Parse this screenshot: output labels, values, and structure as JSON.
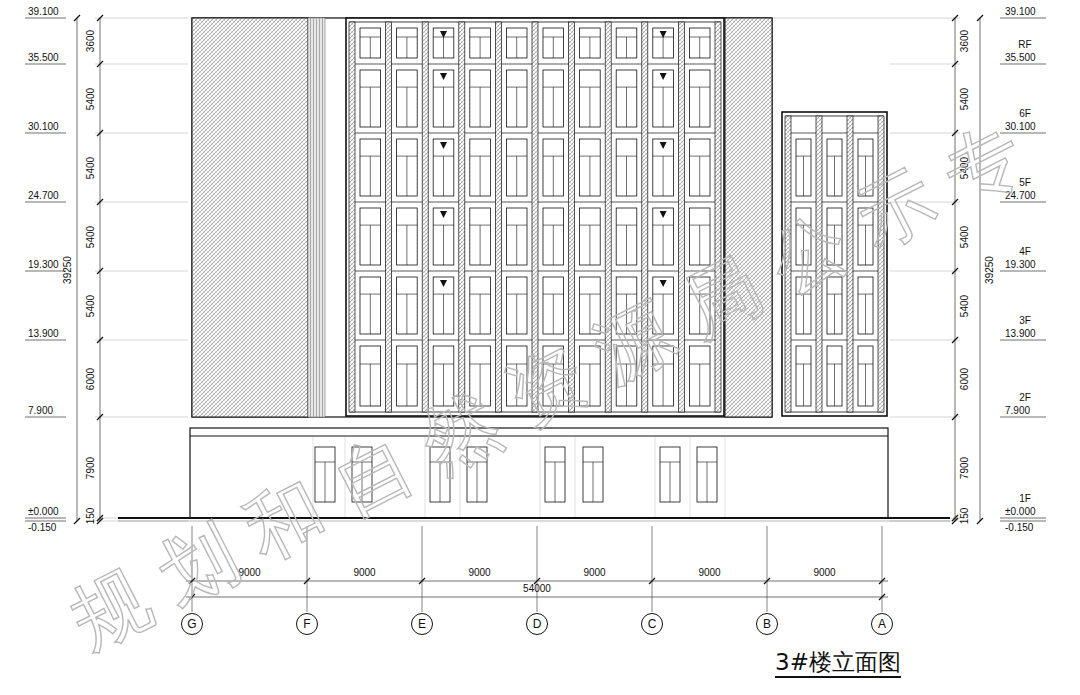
{
  "diagram": {
    "title": "3#楼立面图",
    "nodes": [
      {
        "text": [
          "G"
        ]
      },
      {
        "text": [
          "F"
        ]
      },
      {
        "text": [
          "E"
        ]
      },
      {
        "text": [
          "D"
        ]
      },
      {
        "text": [
          "C"
        ]
      },
      {
        "text": [
          "B"
        ]
      },
      {
        "text": [
          "A"
        ]
      }
    ],
    "labels": [
      "39.100",
      "35.500",
      "30.100",
      "24.700",
      "19.300",
      "13.900",
      "7.900",
      "±0.000",
      "-0.150",
      "3600",
      "5400",
      "5400",
      "5400",
      "5400",
      "6000",
      "7900",
      "150",
      "39250",
      "39.100",
      "35.500",
      "30.100",
      "24.700",
      "19.300",
      "13.900",
      "7.900",
      "±0.000",
      "-0.150",
      "RF",
      "6F",
      "5F",
      "4F",
      "3F",
      "2F",
      "1F",
      "3600",
      "5400",
      "5400",
      "5400",
      "5400",
      "6000",
      "7900",
      "150",
      "39250",
      "9000",
      "9000",
      "9000",
      "9000",
      "9000",
      "9000",
      "54000",
      "规划和自然资源局公示专"
    ]
  }
}
